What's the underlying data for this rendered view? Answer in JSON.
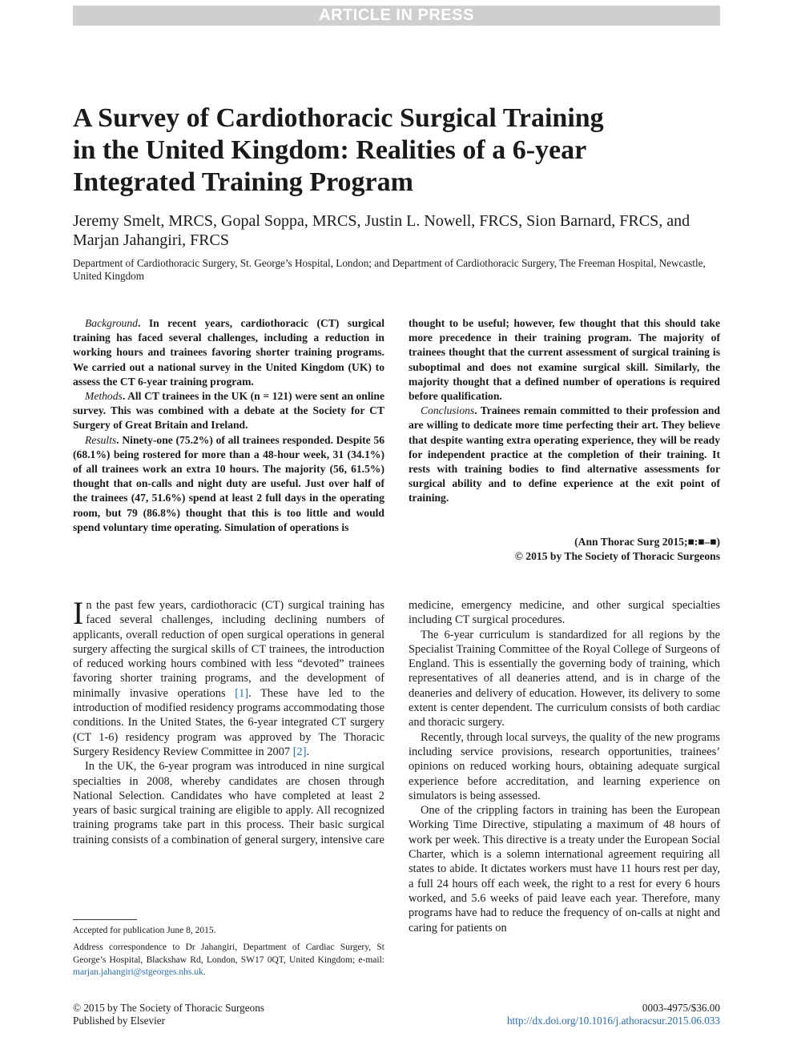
{
  "banner": "ARTICLE IN PRESS",
  "title_lines": [
    "A Survey of Cardiothoracic Surgical Training",
    "in the United Kingdom: Realities of a 6-year",
    "Integrated Training Program"
  ],
  "authors": "Jeremy Smelt, MRCS, Gopal Soppa, MRCS, Justin L. Nowell, FRCS, Sion Barnard, FRCS, and Marjan Jahangiri, FRCS",
  "affiliation": "Department of Cardiothoracic Surgery, St. George’s Hospital, London; and Department of Cardiothoracic Surgery, The Freeman Hospital, Newcastle, United Kingdom",
  "abstract": {
    "background_label": "Background",
    "background_text": ". In recent years, cardiothoracic (CT) surgical training has faced several challenges, including a reduction in working hours and trainees favoring shorter training programs. We carried out a national survey in the United Kingdom (UK) to assess the CT 6-year training program.",
    "methods_label": "Methods",
    "methods_text": ". All CT trainees in the UK (n = 121) were sent an online survey. This was combined with a debate at the Society for CT Surgery of Great Britain and Ireland.",
    "results_label": "Results",
    "results_text_a": ". Ninety-one (75.2%) of all trainees responded. Despite 56 (68.1%) being rostered for more than a 48-hour week, 31 (34.1%) of all trainees work an extra 10 hours. The majority (56, 61.5%) thought that on-calls and night duty are useful. Just over half of the trainees (47, 51.6%) spend at least 2 full days in the operating room, but 79 (86.8%) thought that this is too little and would spend voluntary time operating. Simulation of operations is",
    "results_text_b": "thought to be useful; however, few thought that this should take more precedence in their training program. The majority of trainees thought that the current assessment of surgical training is suboptimal and does not examine surgical skill. Similarly, the majority thought that a defined number of operations is required before qualification.",
    "conclusions_label": "Conclusions",
    "conclusions_text": ". Trainees remain committed to their profession and are willing to dedicate more time perfecting their art. They believe that despite wanting extra operating experience, they will be ready for independent practice at the completion of their training. It rests with training bodies to find alternative assessments for surgical ability and to define experience at the exit point of training."
  },
  "citation": "(Ann Thorac Surg 2015;■:■–■)",
  "copyright_abstract": "© 2015 by The Society of Thoracic Surgeons",
  "body": {
    "dropcap": "I",
    "p1_a": "n the past few years, cardiothoracic (CT) surgical training has faced several challenges, including declining numbers of applicants, overall reduction of open surgical operations in general surgery affecting the surgical skills of CT trainees, the introduction of reduced working hours combined with less “devoted” trainees favoring shorter training programs, and the development of minimally invasive operations ",
    "ref1": "[1]",
    "p1_b": ". These have led to the introduction of modified residency programs accommodating those conditions. In the United States, the 6-year integrated CT surgery (CT 1-6) residency program was approved by The Thoracic Surgery Residency Review Committee in 2007 ",
    "ref2": "[2]",
    "p1_c": ".",
    "p2": "In the UK, the 6-year program was introduced in nine surgical specialties in 2008, whereby candidates are chosen through National Selection. Candidates who have completed at least 2 years of basic surgical training are eligible to apply. All recognized training programs take part in this process. Their basic surgical training consists of a combination of general surgery, intensive care",
    "p2_cont": "medicine, emergency medicine, and other surgical specialties including CT surgical procedures.",
    "p3": "The 6-year curriculum is standardized for all regions by the Specialist Training Committee of the Royal College of Surgeons of England. This is essentially the governing body of training, which representatives of all deaneries attend, and is in charge of the deaneries and delivery of education. However, its delivery to some extent is center dependent. The curriculum consists of both cardiac and thoracic surgery.",
    "p4": "Recently, through local surveys, the quality of the new programs including service provisions, research opportunities, trainees’ opinions on reduced working hours, obtaining adequate surgical experience before accreditation, and learning experience on simulators is being assessed.",
    "p5": "One of the crippling factors in training has been the European Working Time Directive, stipulating a maximum of 48 hours of work per week. This directive is a treaty under the European Social Charter, which is a solemn international agreement requiring all states to abide. It dictates workers must have 11 hours rest per day, a full 24 hours off each week, the right to a rest for every 6 hours worked, and 5.6 weeks of paid leave each year. Therefore, many programs have had to reduce the frequency of on-calls at night and caring for patients on"
  },
  "footnotes": {
    "accepted": "Accepted for publication June 8, 2015.",
    "correspondence": "Address correspondence to Dr Jahangiri, Department of Cardiac Surgery, St George’s Hospital, Blackshaw Rd, London, SW17 0QT, United Kingdom; e-mail: ",
    "email": "marjan.jahangiri@stgeorges.nhs.uk",
    "correspondence_end": "."
  },
  "footer": {
    "copyright": "© 2015 by The Society of Thoracic Surgeons",
    "publisher": "Published by Elsevier",
    "issn": "0003-4975/$36.00",
    "doi": "http://dx.doi.org/10.1016/j.athoracsur.2015.06.033"
  },
  "colors": {
    "link": "#2a6db0",
    "banner_bg": "#cfcfcf"
  }
}
